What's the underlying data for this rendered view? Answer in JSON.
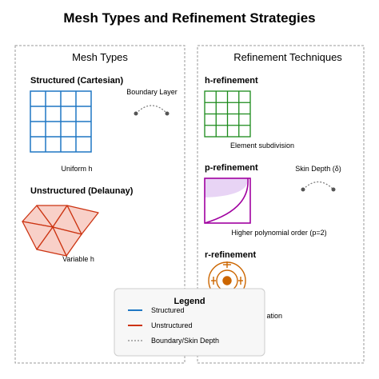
{
  "title": "Mesh Types and Refinement Strategies",
  "panels": {
    "left": {
      "heading": "Mesh Types",
      "structured_label": "Structured (Cartesian)",
      "structured_caption": "Uniform h",
      "boundary_label": "Boundary Layer",
      "unstructured_label": "Unstructured (Delaunay)",
      "unstructured_caption": "Variable h"
    },
    "right": {
      "heading": "Refinement Techniques",
      "h_label": "h-refinement",
      "h_caption": "Element subdivision",
      "p_label": "p-refinement",
      "p_caption": "Higher polynomial order (p=2)",
      "skin_label": "Skin Depth (δ)",
      "r_label": "r-refinement",
      "r_caption_partial": "ation"
    }
  },
  "legend": {
    "title": "Legend",
    "items": [
      {
        "label": "Structured",
        "color": "#1f77c4",
        "style": "solid"
      },
      {
        "label": "Unstructured",
        "color": "#cc3311",
        "style": "solid"
      },
      {
        "label": "Boundary/Skin Depth",
        "color": "#999999",
        "style": "dotted"
      }
    ]
  },
  "colors": {
    "structured": "#1f77c4",
    "unstructured": "#cc3311",
    "unstructured_fill": "#f8d0c8",
    "h_refine": "#1a8a1a",
    "p_refine": "#a000a0",
    "p_fill": "#e8d4f5",
    "r_refine": "#cc6600",
    "dotted": "#777777",
    "panel_border": "#999999"
  }
}
